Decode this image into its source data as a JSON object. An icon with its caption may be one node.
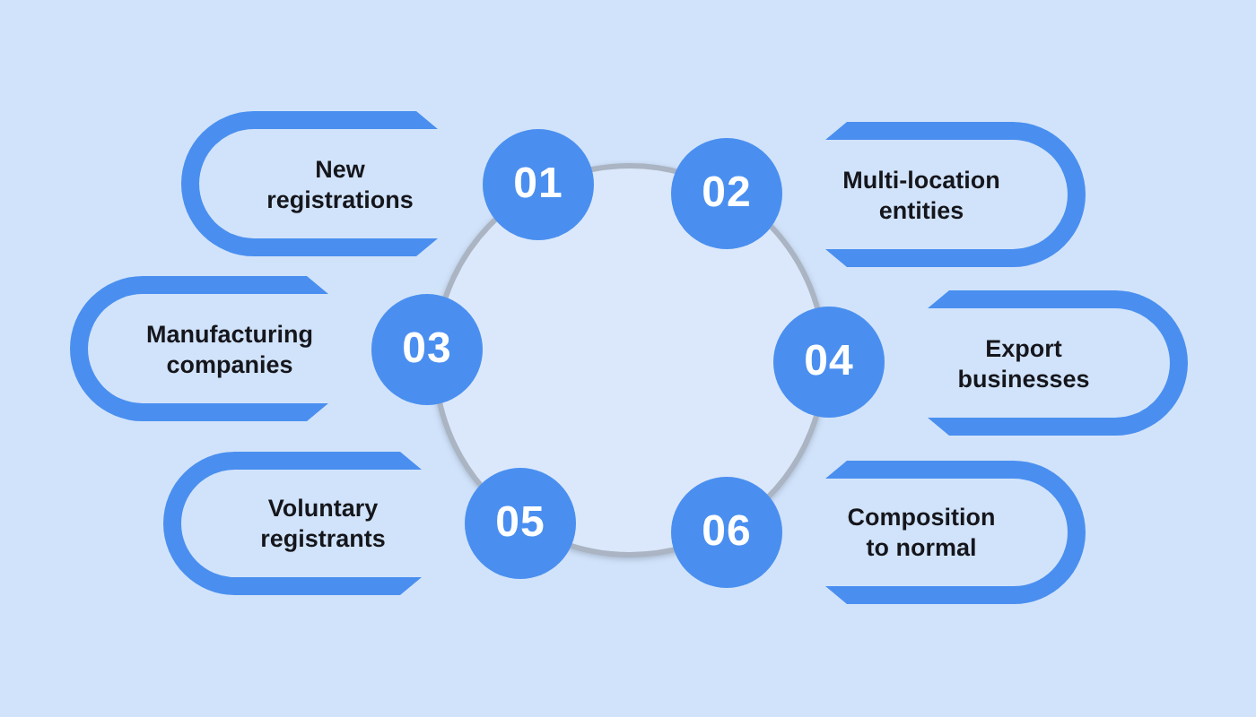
{
  "diagram": {
    "nodes": [
      {
        "text": [
          "New registrations"
        ]
      },
      {
        "text": [
          "01"
        ]
      },
      {
        "text": [
          "02"
        ]
      },
      {
        "text": [
          "Multi-location entities"
        ]
      },
      {
        "text": [
          "Manufacturing companies"
        ]
      },
      {
        "text": [
          "03"
        ]
      },
      {
        "text": [
          "04"
        ]
      },
      {
        "text": [
          "Export businesses"
        ]
      },
      {
        "text": [
          "Voluntary registrants"
        ]
      },
      {
        "text": [
          "05"
        ]
      },
      {
        "text": [
          "06"
        ]
      },
      {
        "text": [
          "Composition to normal"
        ]
      }
    ]
  }
}
